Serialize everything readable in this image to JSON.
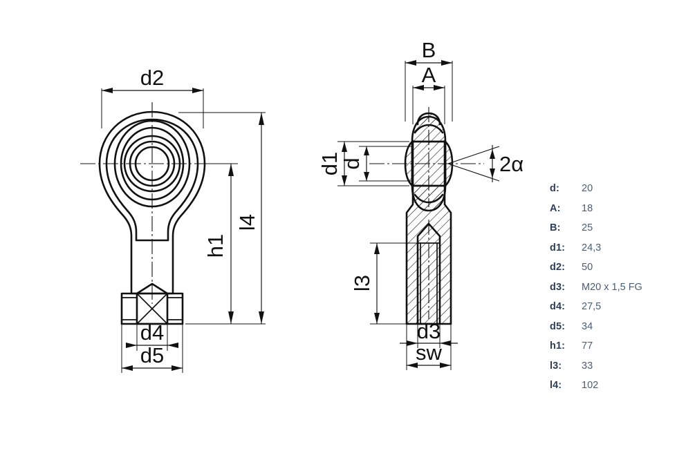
{
  "drawing": {
    "title": "Rod end bearing technical drawing",
    "views": [
      {
        "name": "front-view",
        "labels": [
          "d2",
          "l4",
          "h1",
          "d4",
          "d5"
        ]
      },
      {
        "name": "side-section-view",
        "labels": [
          "B",
          "A",
          "d1",
          "d",
          "2α",
          "l3",
          "d3",
          "sw"
        ]
      }
    ],
    "dimension_labels": {
      "d2": "d2",
      "l4": "l4",
      "h1": "h1",
      "d4": "d4",
      "d5": "d5",
      "B": "B",
      "A": "A",
      "d1": "d1",
      "d": "d",
      "two_alpha": "2α",
      "l3": "l3",
      "d3": "d3",
      "sw": "sw"
    },
    "colors": {
      "line": "#111111",
      "background": "#ffffff",
      "spec_key": "#2c3f5a",
      "spec_value": "#4a5d75"
    }
  },
  "spec_table": {
    "rows": [
      {
        "key": "d:",
        "value": "20"
      },
      {
        "key": "A:",
        "value": "18"
      },
      {
        "key": "B:",
        "value": "25"
      },
      {
        "key": "d1:",
        "value": "24,3"
      },
      {
        "key": "d2:",
        "value": "50"
      },
      {
        "key": "d3:",
        "value": "M20 x 1,5 FG"
      },
      {
        "key": "d4:",
        "value": "27,5"
      },
      {
        "key": "d5:",
        "value": "34"
      },
      {
        "key": "h1:",
        "value": "77"
      },
      {
        "key": "l3:",
        "value": "33"
      },
      {
        "key": "l4:",
        "value": "102"
      }
    ]
  }
}
